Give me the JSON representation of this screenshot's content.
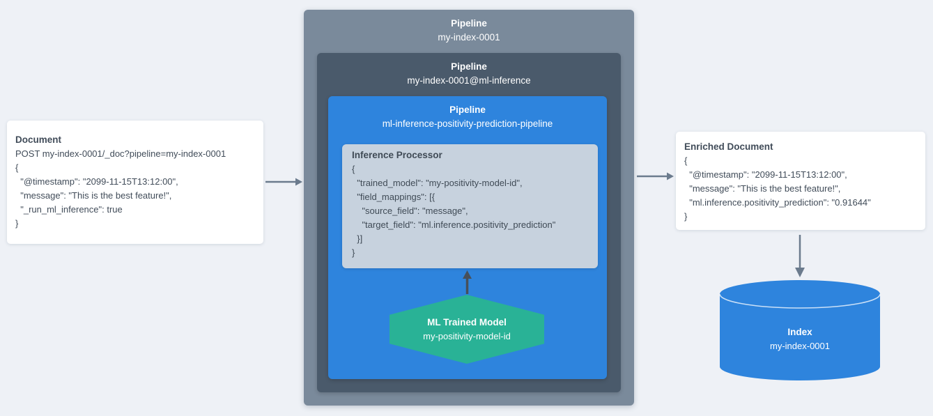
{
  "colors": {
    "background": "#eef1f6",
    "outer_pipeline_box": "#7a8a9b",
    "mid_pipeline_box": "#4a5a6b",
    "inner_pipeline_box": "#2e84dd",
    "processor_panel": "#c7d2de",
    "model_hexagon": "#29b296",
    "index_cylinder": "#2e84dd",
    "text_dark": "#414c59",
    "arrow_slate": "#6b7b8d",
    "arrow_dark": "#47505a"
  },
  "document_card": {
    "title": "Document",
    "lines": [
      "POST my-index-0001/_doc?pipeline=my-index-0001",
      "{",
      "  \"@timestamp\": \"2099-11-15T13:12:00\",",
      "  \"message\": \"This is the best feature!\",",
      "  \"_run_ml_inference\": true",
      "}"
    ]
  },
  "outer_pipeline": {
    "label": "Pipeline",
    "name": "my-index-0001"
  },
  "mid_pipeline": {
    "label": "Pipeline",
    "name": "my-index-0001@ml-inference"
  },
  "inner_pipeline": {
    "label": "Pipeline",
    "name": "ml-inference-positivity-prediction-pipeline"
  },
  "inference_processor": {
    "title": "Inference Processor",
    "lines": [
      "{",
      "  \"trained_model\": \"my-positivity-model-id\",",
      "  \"field_mappings\": [{",
      "    \"source_field\": \"message\",",
      "    \"target_field\": \"ml.inference.positivity_prediction\"",
      "  }]",
      "}"
    ]
  },
  "ml_model": {
    "title": "ML Trained Model",
    "name": "my-positivity-model-id"
  },
  "enriched_card": {
    "title": "Enriched Document",
    "lines": [
      "{",
      "  \"@timestamp\": \"2099-11-15T13:12:00\",",
      "  \"message\": \"This is the best feature!\",",
      "  \"ml.inference.positivity_prediction\": \"0.91644\"",
      "}"
    ]
  },
  "index": {
    "title": "Index",
    "name": "my-index-0001"
  }
}
